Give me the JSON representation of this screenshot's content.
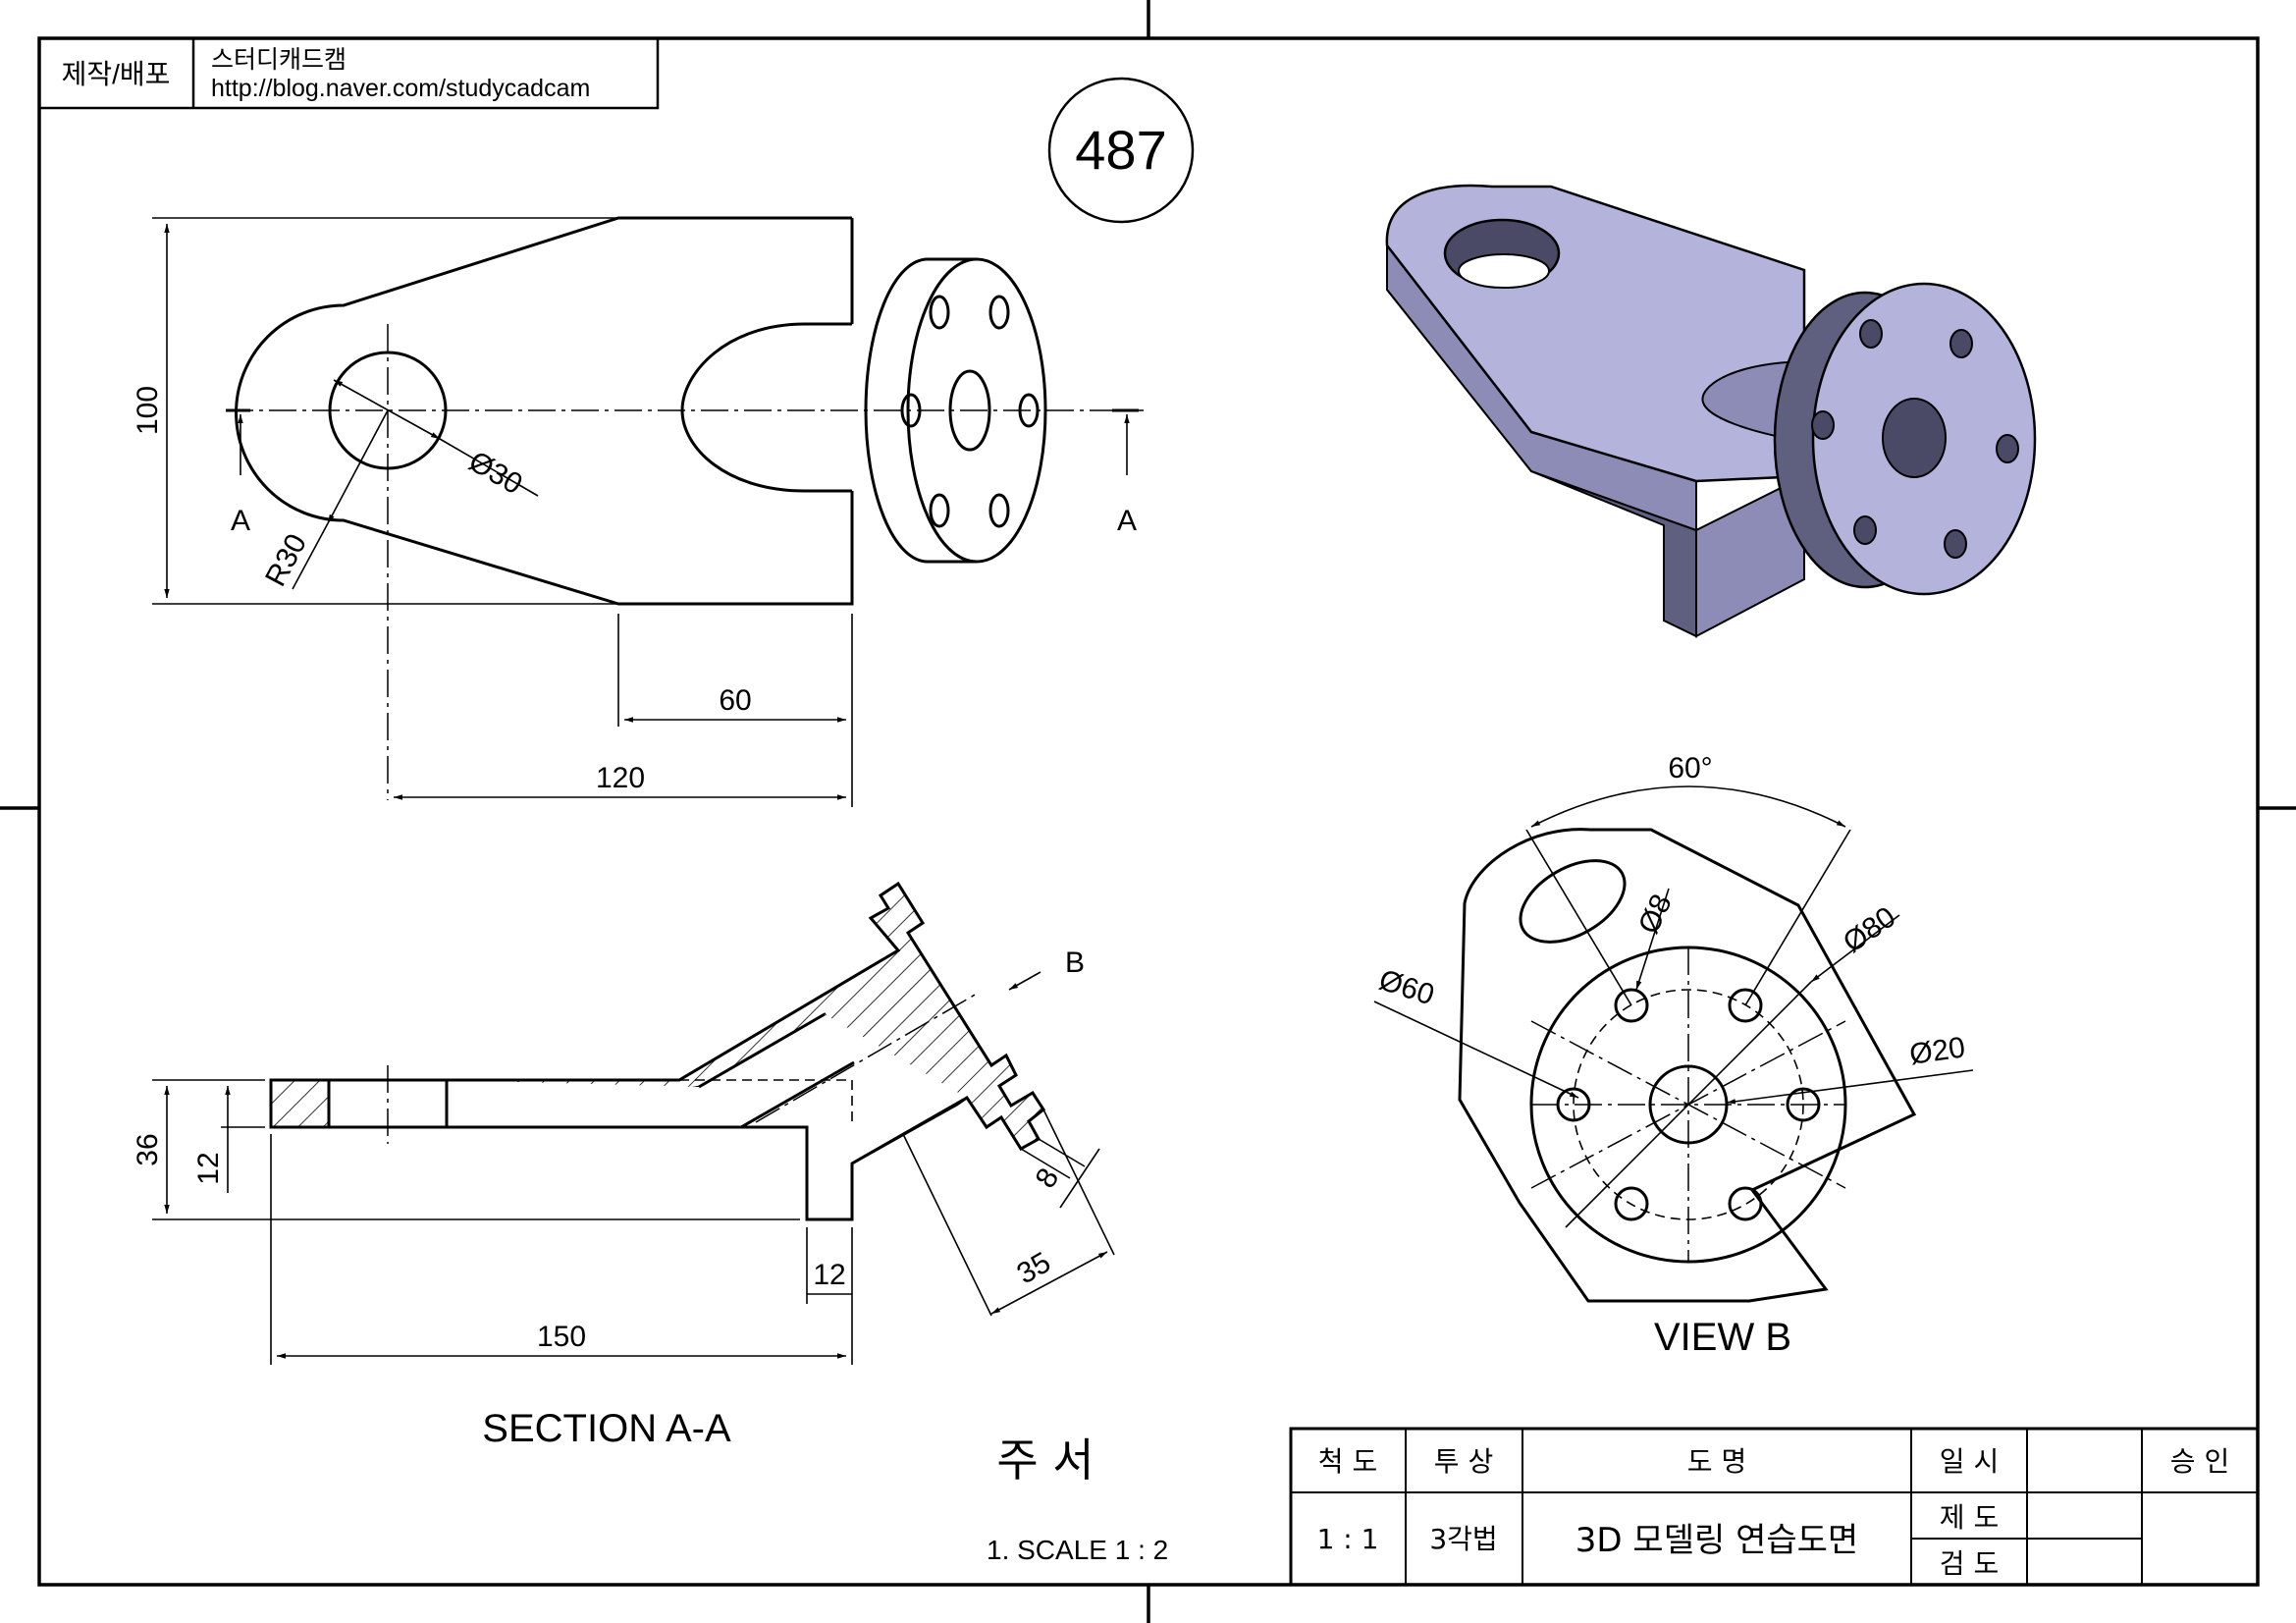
{
  "header": {
    "producer_label": "제작/배포",
    "producer_name": "스터디캐드캠",
    "producer_url": "http://blog.naver.com/studycadcam"
  },
  "drawing_number": "487",
  "front_view": {
    "dim_height": "100",
    "dim_hole": "Ø30",
    "dim_radius": "R30",
    "dim_60": "60",
    "dim_120": "120",
    "section_mark": "A"
  },
  "section_view": {
    "title": "SECTION A-A",
    "dim_36": "36",
    "dim_12_left": "12",
    "dim_12_bottom": "12",
    "dim_150": "150",
    "dim_8": "8",
    "dim_35": "35",
    "view_mark": "B"
  },
  "view_b": {
    "title": "VIEW B",
    "dim_angle": "60°",
    "dim_pcd": "Ø60",
    "dim_hole_small": "Ø8",
    "dim_flange": "Ø80",
    "dim_bore": "Ø20"
  },
  "notes": {
    "title": "주 서",
    "items": [
      "1. SCALE 1 : 2"
    ]
  },
  "title_block": {
    "h_scale": "척 도",
    "h_projection": "투 상",
    "h_name": "도 명",
    "h_date": "일 시",
    "h_approve": "승 인",
    "scale": "1 : 1",
    "projection": "3각법",
    "name": "3D 모델링 연습도면",
    "drawn": "제 도",
    "checked": "검 도"
  },
  "colors": {
    "model_top": "#b3b3dc",
    "model_side": "#8c8cb6",
    "model_dark": "#5f5f80",
    "model_hole": "#4a4a66"
  }
}
